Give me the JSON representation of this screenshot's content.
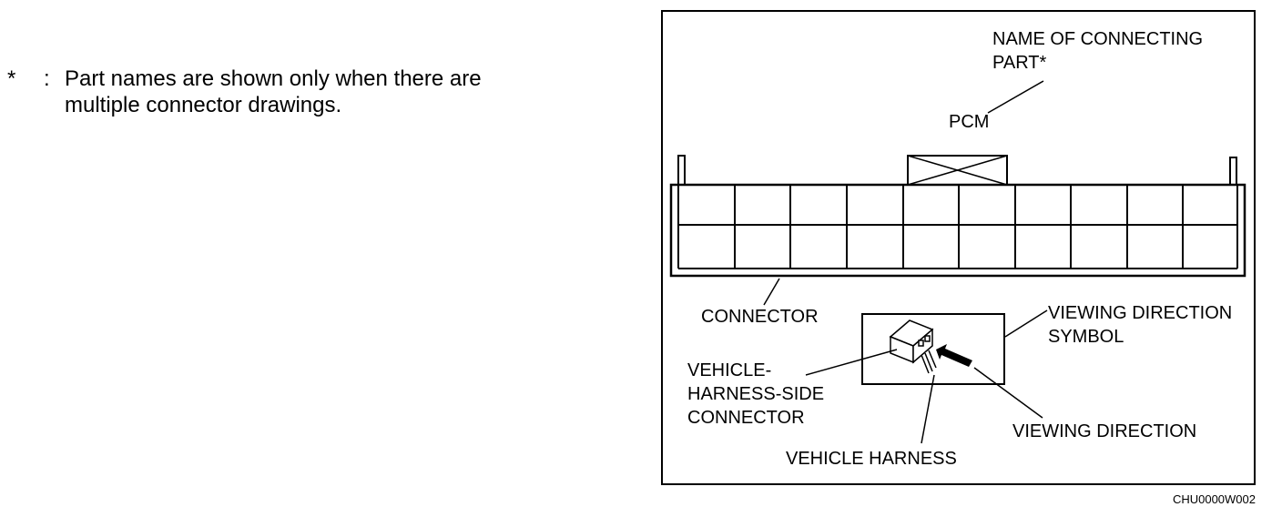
{
  "note": {
    "marker": "*",
    "separator": ":",
    "line1": "Part names are shown only when there are",
    "line2": "multiple connector drawings."
  },
  "diagram": {
    "labels": {
      "name_of_connecting_part_1": "NAME OF CONNECTING",
      "name_of_connecting_part_2": "PART*",
      "pcm": "PCM",
      "connector": "CONNECTOR",
      "viewing_direction_symbol_1": "VIEWING DIRECTION",
      "viewing_direction_symbol_2": "SYMBOL",
      "vehicle_harness_side_1": "VEHICLE-",
      "vehicle_harness_side_2": "HARNESS-SIDE",
      "vehicle_harness_side_3": "CONNECTOR",
      "viewing_direction": "VIEWING DIRECTION",
      "vehicle_harness": "VEHICLE HARNESS"
    },
    "figure_code": "CHU0000W002"
  }
}
